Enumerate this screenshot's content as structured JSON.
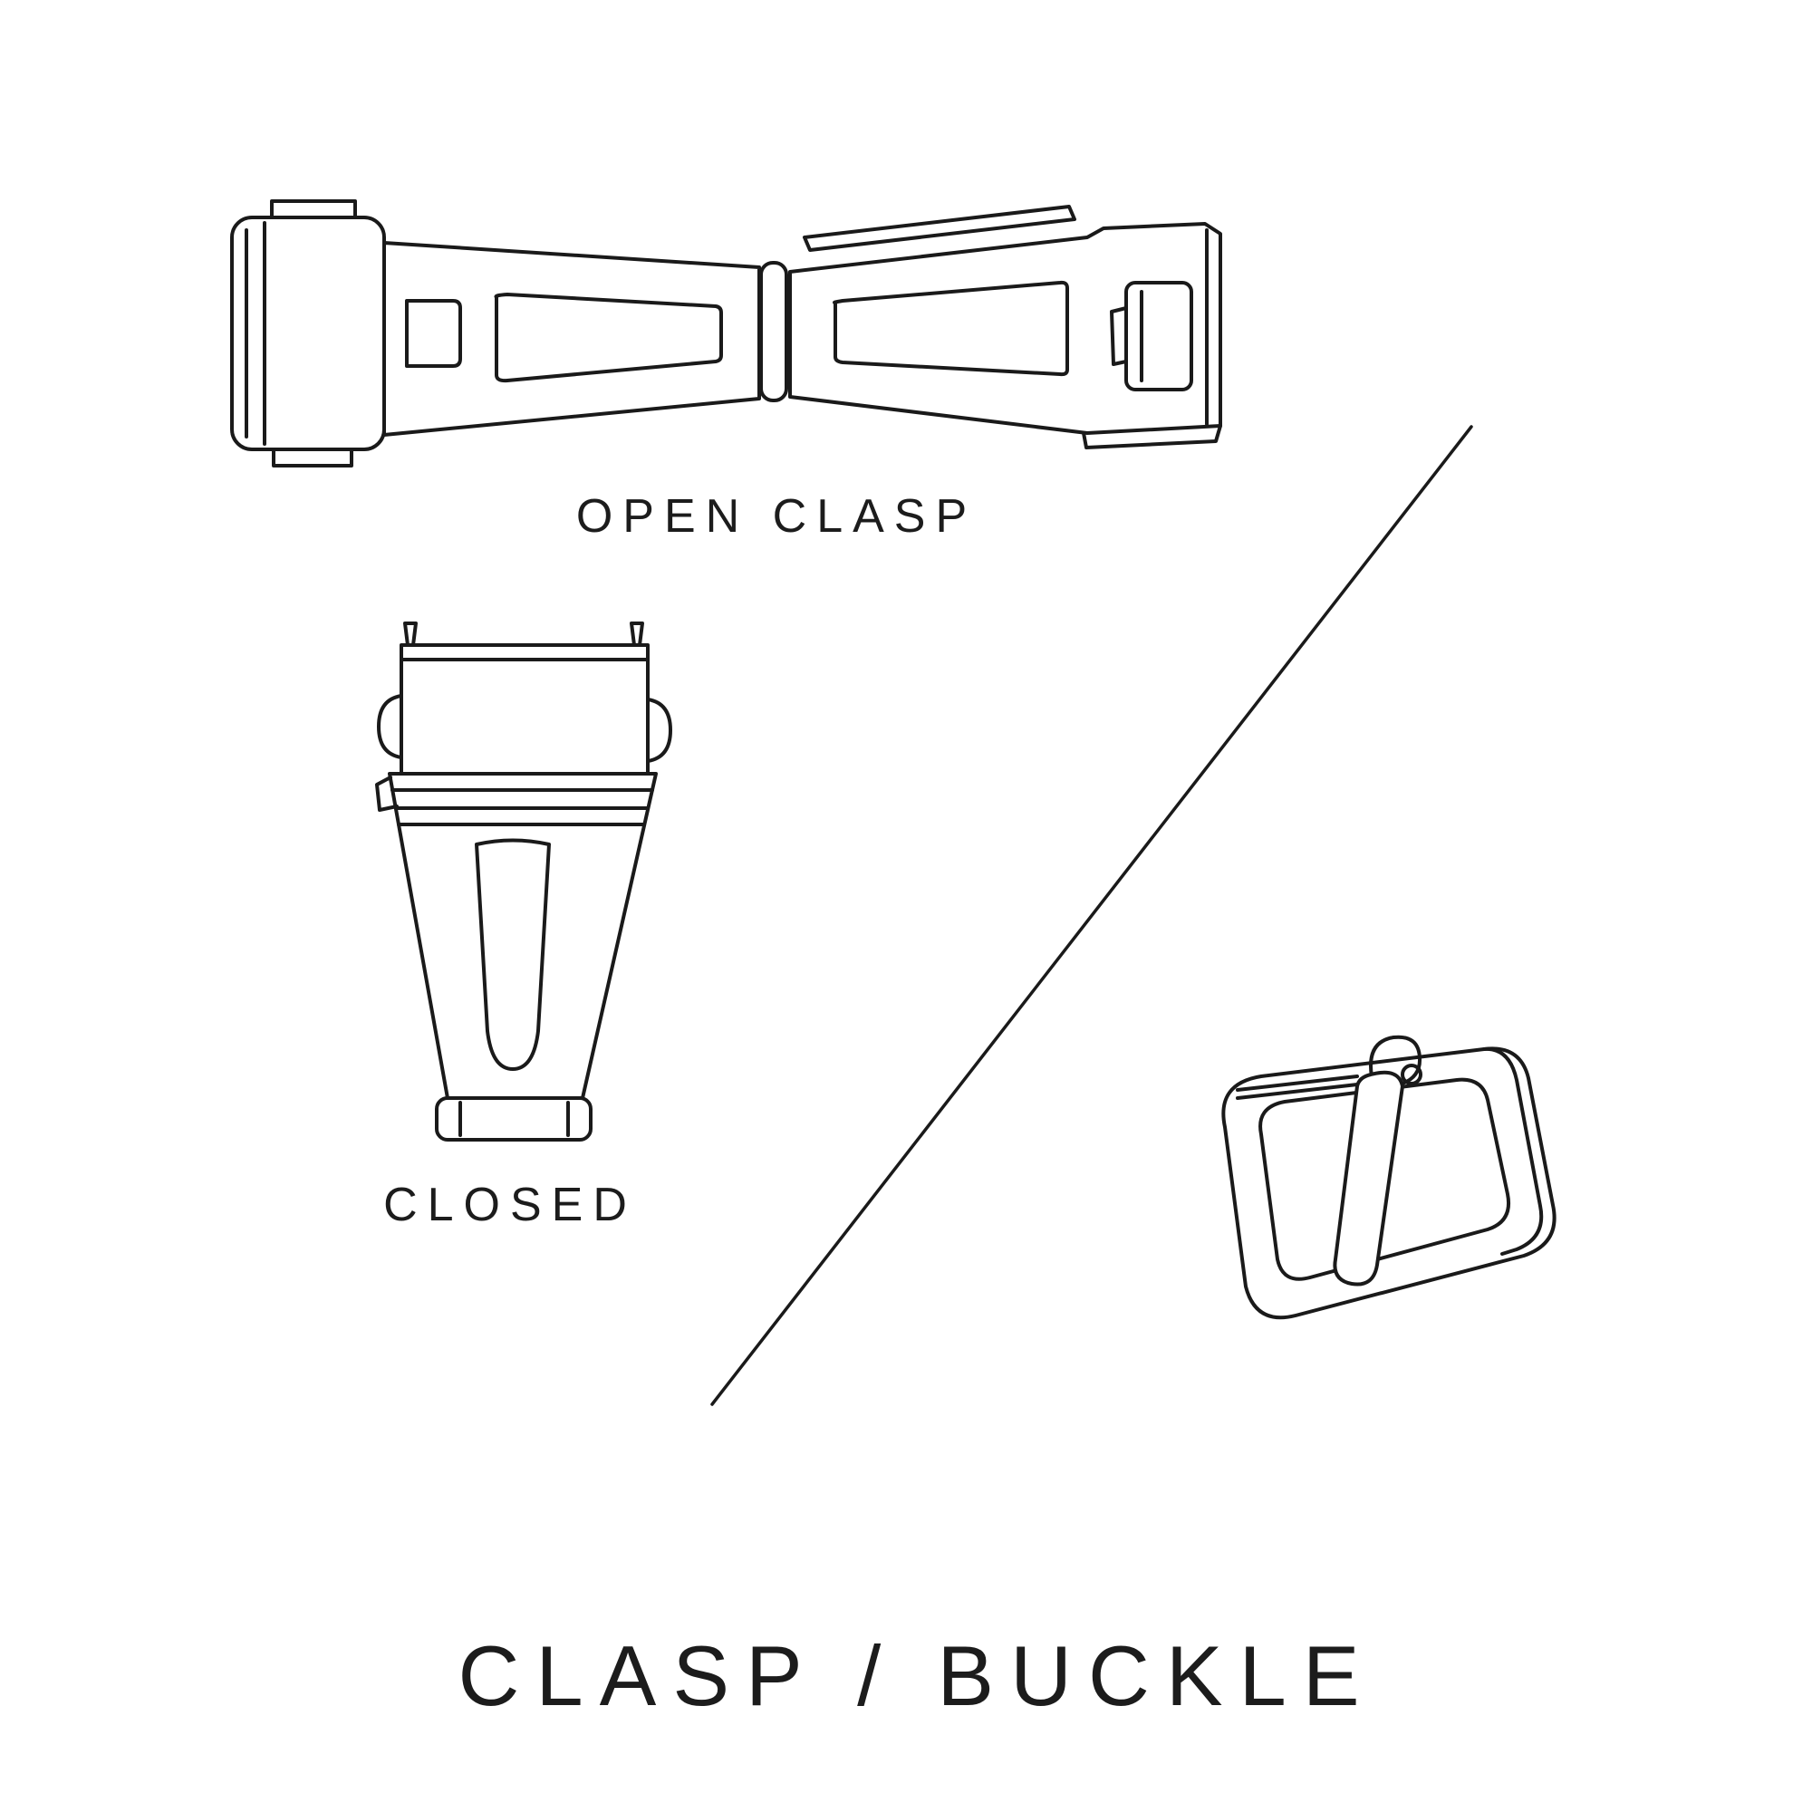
{
  "page": {
    "background": "#ffffff",
    "ink": "#1a1a1a"
  },
  "labels": {
    "open_clasp": "OPEN CLASP",
    "closed_clasp": "CLOSED",
    "title": "CLASP / BUCKLE"
  },
  "illustrations": [
    {
      "name": "open-clasp-illustration"
    },
    {
      "name": "closed-clasp-illustration"
    },
    {
      "name": "tang-buckle-illustration"
    },
    {
      "name": "diagonal-divider-line"
    }
  ]
}
